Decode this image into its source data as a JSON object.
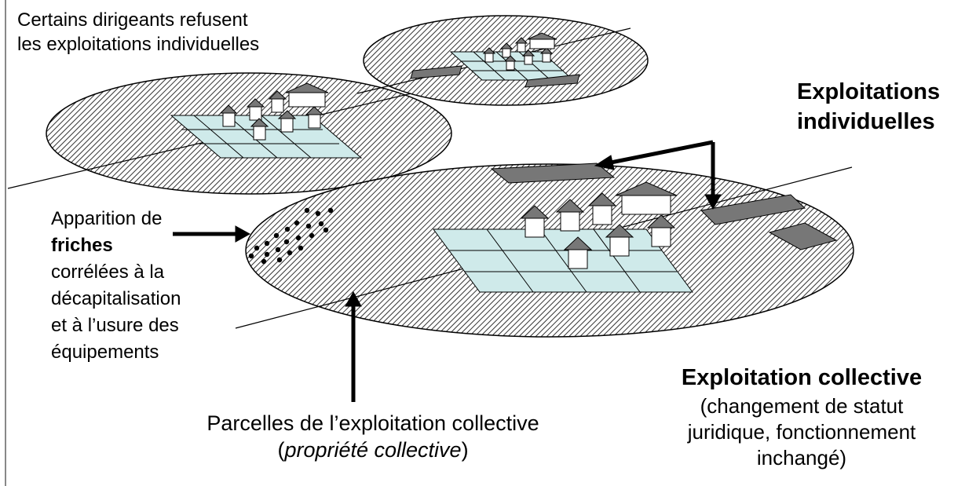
{
  "labels": {
    "certains_line1": "Certains dirigeants refusent",
    "certains_line2": "les exploitations individuelles",
    "expl_ind_line1": "Exploitations",
    "expl_ind_line2": "individuelles",
    "apparition_line1": "Apparition de",
    "apparition_bold": "friches",
    "apparition_line3": "corrélées à la",
    "apparition_line4": "décapitalisation",
    "apparition_line5": "et à l’usure des",
    "apparition_line6": "équipements",
    "parcelles_line1": "Parcelles de l’exploitation collective",
    "parcelles_open": "(",
    "parcelles_italic": "propriété collective",
    "parcelles_close": ")",
    "collective_title": "Exploitation collective",
    "collective_line2": "(changement de statut",
    "collective_line3": "juridique, fonctionnement",
    "collective_line4": "inchangé)"
  },
  "colors": {
    "grid_fill": "#cfeaea",
    "dark_plot": "#777777",
    "hatch": "#333333",
    "outline": "#000000"
  }
}
